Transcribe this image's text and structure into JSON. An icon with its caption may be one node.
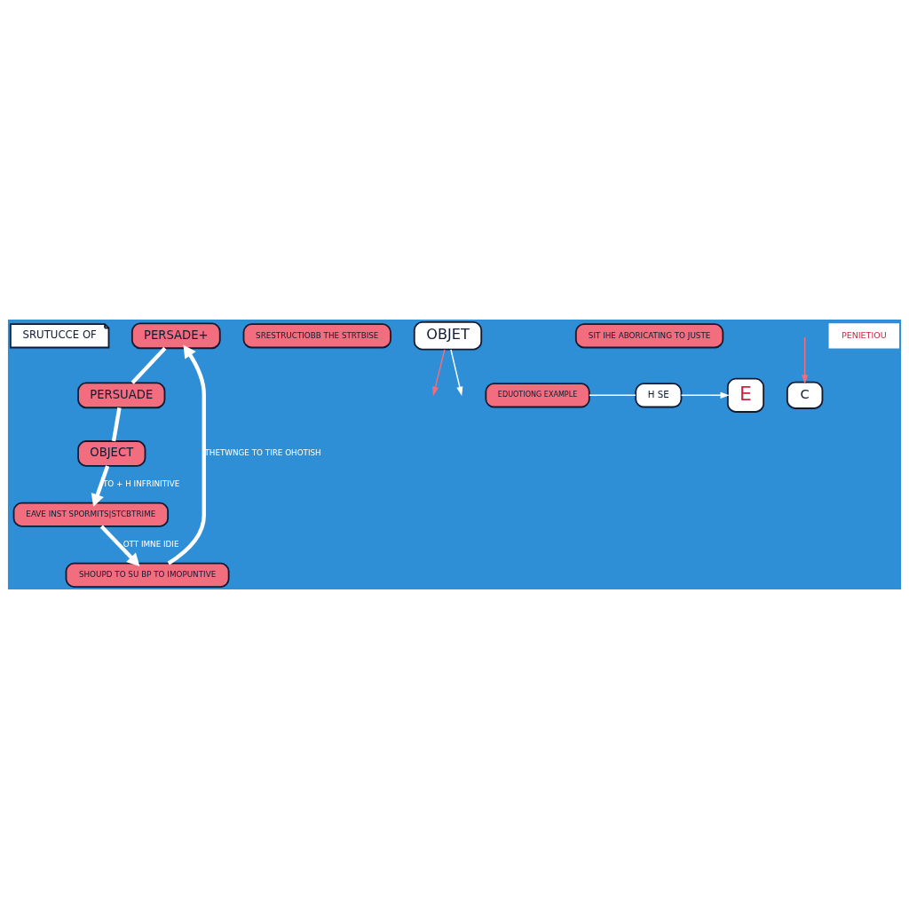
{
  "diagram": {
    "nodes": [
      {
        "text": [
          "SRUTUCCE OF"
        ]
      },
      {
        "text": [
          "PERSADE+"
        ]
      },
      {
        "text": [
          "PERSUADE"
        ]
      },
      {
        "text": [
          "OBJECT"
        ]
      },
      {
        "text": [
          "SHOUPD TO SU BP TO IMOPUNTIVE"
        ]
      },
      {
        "text": [
          "SRESTRUCTIOBB THE STRTBISE"
        ]
      },
      {
        "text": [
          "OBJET"
        ]
      },
      {
        "text": [
          "SIT IHE ABORICATING TO JUSTE"
        ]
      },
      {
        "text": [
          "EAVE INST SPORMITS|STCBTRIME"
        ]
      },
      {
        "text": [
          "EDUOTIONG EXAMPLE"
        ]
      },
      {
        "text": [
          "H SE"
        ]
      },
      {
        "text": [
          "E"
        ]
      },
      {
        "text": [
          "C"
        ]
      }
    ],
    "edges": [
      {
        "from": 1,
        "to": 2,
        "arrow": "none",
        "style": "thick"
      },
      {
        "from": 2,
        "to": 3,
        "arrow": "none",
        "style": "thick"
      },
      {
        "from": 3,
        "to": 8,
        "label": "TO + H INFRINITIVE",
        "arrow": "to",
        "style": "thick"
      },
      {
        "from": 8,
        "to": 4,
        "label": "OTT IMNE IDIE",
        "arrow": "to",
        "style": "thick"
      },
      {
        "from": 4,
        "to": 1,
        "label": "THETWNGE TO TIRE OHOTISH",
        "arrow": "to",
        "style": "thick"
      },
      {
        "from": 6,
        "to": null,
        "arrow": "to",
        "color": "#f26d7d"
      },
      {
        "from": 6,
        "to": null,
        "arrow": "to"
      },
      {
        "from": 9,
        "to": 10,
        "arrow": "none"
      },
      {
        "from": 10,
        "to": 11,
        "arrow": "to"
      },
      {
        "from": null,
        "to": 12,
        "arrow": "to",
        "color": "#f26d7d"
      }
    ],
    "labels": [
      "PENIETIOU"
    ]
  }
}
